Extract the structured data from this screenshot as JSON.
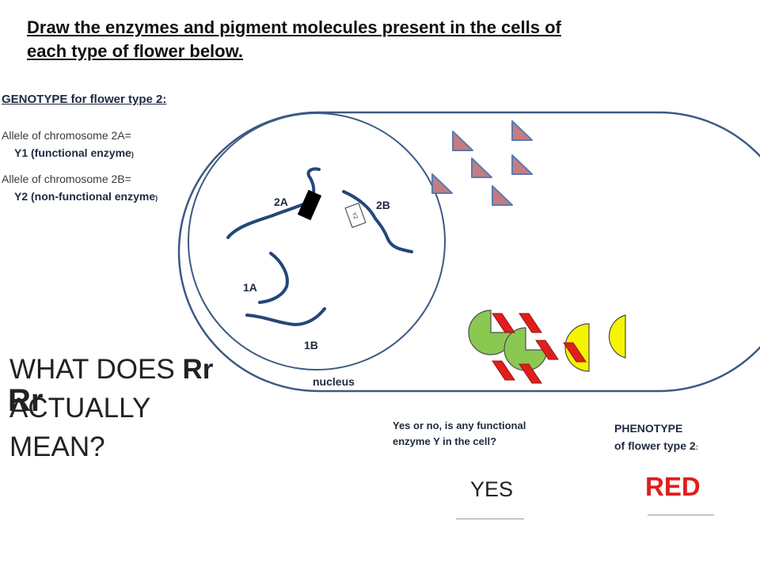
{
  "title_line1": "Draw the enzymes and pigment molecules present in the cells of",
  "title_line2": "each type of flower below.",
  "genotype_heading": "GENOTYPE for flower type 2:",
  "allele1": {
    "label": "Allele of chromosome 2A=",
    "value": "Y1 (functional enzyme",
    "suffix": ")"
  },
  "allele2": {
    "label": "Allele of chromosome 2B=",
    "value": "Y2 (non-functional enzyme",
    "suffix": ")"
  },
  "diagram": {
    "chromosome_2a": "2A",
    "chromosome_2b": "2B",
    "chromosome_1a": "1A",
    "chromosome_1b": "1B",
    "nucleus": "nucleus",
    "gene_tag_text": "Y2"
  },
  "question": {
    "line1_prefix": "WHAT DOES ",
    "line1_bold": "Rr",
    "line2": "ACTUALLY",
    "line3": "MEAN?",
    "overlap": "Rr"
  },
  "enzyme_question": {
    "line1": "Yes or no, is any functional",
    "line2": "enzyme Y in the cell?",
    "answer": "YES"
  },
  "phenotype": {
    "line1": "PHENOTYPE",
    "line2": "of flower type 2",
    "suffix": ":",
    "answer": "RED"
  },
  "colors": {
    "outline": "#3b5a82",
    "chromosome": "#25467a",
    "triangle_fill": "#c47c80",
    "triangle_stroke": "#5a7ab0",
    "enzyme_green": "#8bc852",
    "pigment_red": "#e01e1e",
    "pigment_yellow": "#f6f400",
    "answer_red": "#e01e1e"
  }
}
